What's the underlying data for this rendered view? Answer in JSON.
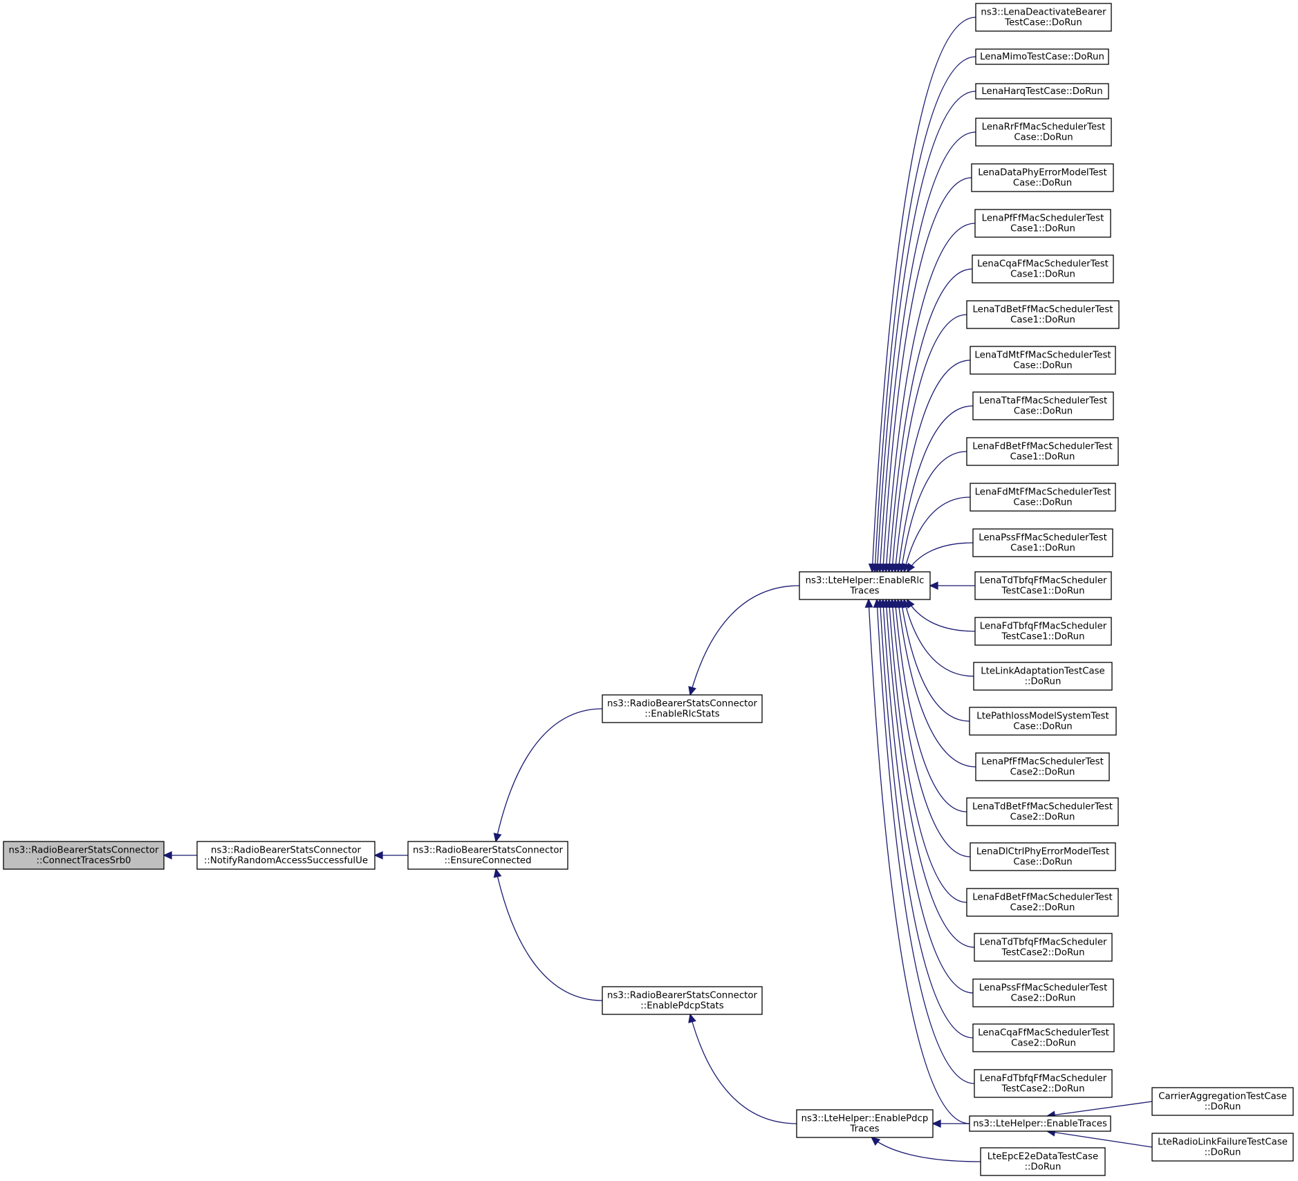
{
  "colors": {
    "edge": "#191970",
    "node_fill": "#ffffff",
    "focus_fill": "#bfbfbf",
    "node_stroke": "#000000"
  },
  "nodes": [
    {
      "id": "connectTracesSrb0",
      "lines": [
        "ns3::RadioBearerStatsConnector",
        "::ConnectTracesSrb0"
      ],
      "focus": true
    },
    {
      "id": "notifyRandomAccess",
      "lines": [
        "ns3::RadioBearerStatsConnector",
        "::NotifyRandomAccessSuccessfulUe"
      ]
    },
    {
      "id": "ensureConnected",
      "lines": [
        "ns3::RadioBearerStatsConnector",
        "::EnsureConnected"
      ]
    },
    {
      "id": "enableRlcStats",
      "lines": [
        "ns3::RadioBearerStatsConnector",
        "::EnableRlcStats"
      ]
    },
    {
      "id": "enablePdcpStats",
      "lines": [
        "ns3::RadioBearerStatsConnector",
        "::EnablePdcpStats"
      ]
    },
    {
      "id": "enableRlcTraces",
      "lines": [
        "ns3::LteHelper::EnableRlc",
        "Traces"
      ]
    },
    {
      "id": "enablePdcpTraces",
      "lines": [
        "ns3::LteHelper::EnablePdcp",
        "Traces"
      ]
    },
    {
      "id": "enableTraces",
      "lines": [
        "ns3::LteHelper::EnableTraces"
      ]
    },
    {
      "id": "epcE2e",
      "lines": [
        "LteEpcE2eDataTestCase",
        "::DoRun"
      ]
    },
    {
      "id": "carrierAgg",
      "lines": [
        "CarrierAggregationTestCase",
        "::DoRun"
      ]
    },
    {
      "id": "radioLinkFailure",
      "lines": [
        "LteRadioLinkFailureTestCase",
        "::DoRun"
      ]
    },
    {
      "id": "t0",
      "lines": [
        "ns3::LenaDeactivateBearer",
        "TestCase::DoRun"
      ]
    },
    {
      "id": "t1",
      "lines": [
        "LenaMimoTestCase::DoRun"
      ]
    },
    {
      "id": "t2",
      "lines": [
        "LenaHarqTestCase::DoRun"
      ]
    },
    {
      "id": "t3",
      "lines": [
        "LenaRrFfMacSchedulerTest",
        "Case::DoRun"
      ]
    },
    {
      "id": "t4",
      "lines": [
        "LenaDataPhyErrorModelTest",
        "Case::DoRun"
      ]
    },
    {
      "id": "t5",
      "lines": [
        "LenaPfFfMacSchedulerTest",
        "Case1::DoRun"
      ]
    },
    {
      "id": "t6",
      "lines": [
        "LenaCqaFfMacSchedulerTest",
        "Case1::DoRun"
      ]
    },
    {
      "id": "t7",
      "lines": [
        "LenaTdBetFfMacSchedulerTest",
        "Case1::DoRun"
      ]
    },
    {
      "id": "t8",
      "lines": [
        "LenaTdMtFfMacSchedulerTest",
        "Case::DoRun"
      ]
    },
    {
      "id": "t9",
      "lines": [
        "LenaTtaFfMacSchedulerTest",
        "Case::DoRun"
      ]
    },
    {
      "id": "t10",
      "lines": [
        "LenaFdBetFfMacSchedulerTest",
        "Case1::DoRun"
      ]
    },
    {
      "id": "t11",
      "lines": [
        "LenaFdMtFfMacSchedulerTest",
        "Case::DoRun"
      ]
    },
    {
      "id": "t12",
      "lines": [
        "LenaPssFfMacSchedulerTest",
        "Case1::DoRun"
      ]
    },
    {
      "id": "t13",
      "lines": [
        "LenaTdTbfqFfMacScheduler",
        "TestCase1::DoRun"
      ]
    },
    {
      "id": "t14",
      "lines": [
        "LenaFdTbfqFfMacScheduler",
        "TestCase1::DoRun"
      ]
    },
    {
      "id": "t15",
      "lines": [
        "LteLinkAdaptationTestCase",
        "::DoRun"
      ]
    },
    {
      "id": "t16",
      "lines": [
        "LtePathlossModelSystemTest",
        "Case::DoRun"
      ]
    },
    {
      "id": "t17",
      "lines": [
        "LenaPfFfMacSchedulerTest",
        "Case2::DoRun"
      ]
    },
    {
      "id": "t18",
      "lines": [
        "LenaTdBetFfMacSchedulerTest",
        "Case2::DoRun"
      ]
    },
    {
      "id": "t19",
      "lines": [
        "LenaDlCtrlPhyErrorModelTest",
        "Case::DoRun"
      ]
    },
    {
      "id": "t20",
      "lines": [
        "LenaFdBetFfMacSchedulerTest",
        "Case2::DoRun"
      ]
    },
    {
      "id": "t21",
      "lines": [
        "LenaTdTbfqFfMacScheduler",
        "TestCase2::DoRun"
      ]
    },
    {
      "id": "t22",
      "lines": [
        "LenaPssFfMacSchedulerTest",
        "Case2::DoRun"
      ]
    },
    {
      "id": "t23",
      "lines": [
        "LenaCqaFfMacSchedulerTest",
        "Case2::DoRun"
      ]
    },
    {
      "id": "t24",
      "lines": [
        "LenaFdTbfqFfMacScheduler",
        "TestCase2::DoRun"
      ]
    }
  ],
  "edges": [
    {
      "from": "connectTracesSrb0",
      "to": "notifyRandomAccess"
    },
    {
      "from": "notifyRandomAccess",
      "to": "ensureConnected"
    },
    {
      "from": "ensureConnected",
      "to": "enableRlcStats"
    },
    {
      "from": "ensureConnected",
      "to": "enablePdcpStats"
    },
    {
      "from": "enableRlcStats",
      "to": "enableRlcTraces"
    },
    {
      "from": "enablePdcpStats",
      "to": "enablePdcpTraces"
    },
    {
      "from": "enablePdcpTraces",
      "to": "enableTraces"
    },
    {
      "from": "enablePdcpTraces",
      "to": "epcE2e"
    },
    {
      "from": "enableTraces",
      "to": "carrierAgg"
    },
    {
      "from": "enableTraces",
      "to": "radioLinkFailure"
    },
    {
      "from": "enableRlcTraces",
      "to": "enableTraces"
    },
    {
      "from": "enableRlcTraces",
      "to": "t0"
    },
    {
      "from": "enableRlcTraces",
      "to": "t1"
    },
    {
      "from": "enableRlcTraces",
      "to": "t2"
    },
    {
      "from": "enableRlcTraces",
      "to": "t3"
    },
    {
      "from": "enableRlcTraces",
      "to": "t4"
    },
    {
      "from": "enableRlcTraces",
      "to": "t5"
    },
    {
      "from": "enableRlcTraces",
      "to": "t6"
    },
    {
      "from": "enableRlcTraces",
      "to": "t7"
    },
    {
      "from": "enableRlcTraces",
      "to": "t8"
    },
    {
      "from": "enableRlcTraces",
      "to": "t9"
    },
    {
      "from": "enableRlcTraces",
      "to": "t10"
    },
    {
      "from": "enableRlcTraces",
      "to": "t11"
    },
    {
      "from": "enableRlcTraces",
      "to": "t12"
    },
    {
      "from": "enableRlcTraces",
      "to": "t13"
    },
    {
      "from": "enableRlcTraces",
      "to": "t14"
    },
    {
      "from": "enableRlcTraces",
      "to": "t15"
    },
    {
      "from": "enableRlcTraces",
      "to": "t16"
    },
    {
      "from": "enableRlcTraces",
      "to": "t17"
    },
    {
      "from": "enableRlcTraces",
      "to": "t18"
    },
    {
      "from": "enableRlcTraces",
      "to": "t19"
    },
    {
      "from": "enableRlcTraces",
      "to": "t20"
    },
    {
      "from": "enableRlcTraces",
      "to": "t21"
    },
    {
      "from": "enableRlcTraces",
      "to": "t22"
    },
    {
      "from": "enableRlcTraces",
      "to": "t23"
    },
    {
      "from": "enableRlcTraces",
      "to": "t24"
    }
  ]
}
